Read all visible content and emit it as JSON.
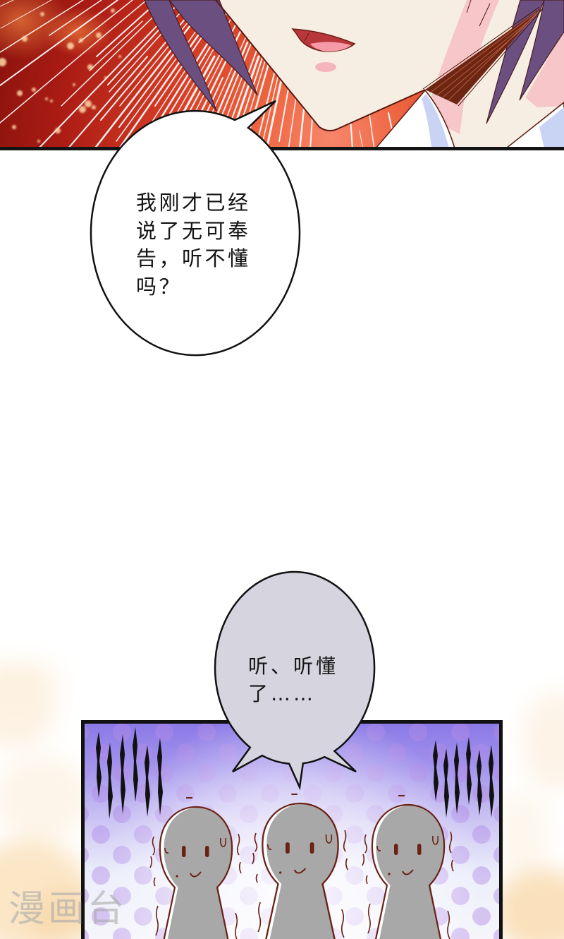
{
  "panels": {
    "top": {
      "bubble": {
        "lines": [
          "我刚才已经",
          "说了无可奉",
          "告，听不懂",
          "吗？"
        ]
      }
    },
    "bottom": {
      "bubble": {
        "lines": [
          "听、听懂",
          "了……"
        ]
      }
    }
  },
  "watermark": {
    "text": "漫画台"
  },
  "colors": {
    "top_panel_bg_center": "#f7866a",
    "top_panel_bg_edge": "#8f140e",
    "speed_line": "#ffffff",
    "skin": "#f7eee3",
    "hair": "#6b4f80",
    "mouth": "#b9363b",
    "blush": "#f5b5bd",
    "bottom_panel_bg_top": "#8a78e6",
    "bottom_panel_bg_bottom": "#f6f5fb",
    "figure_fill": "#a8a8a8",
    "figure_outline": "#6a2215",
    "bubble_1_fill": "#ffffff",
    "bubble_2_fill": "#d6d4df",
    "panel_border": "#111111",
    "scratch_marks": "#111111"
  }
}
